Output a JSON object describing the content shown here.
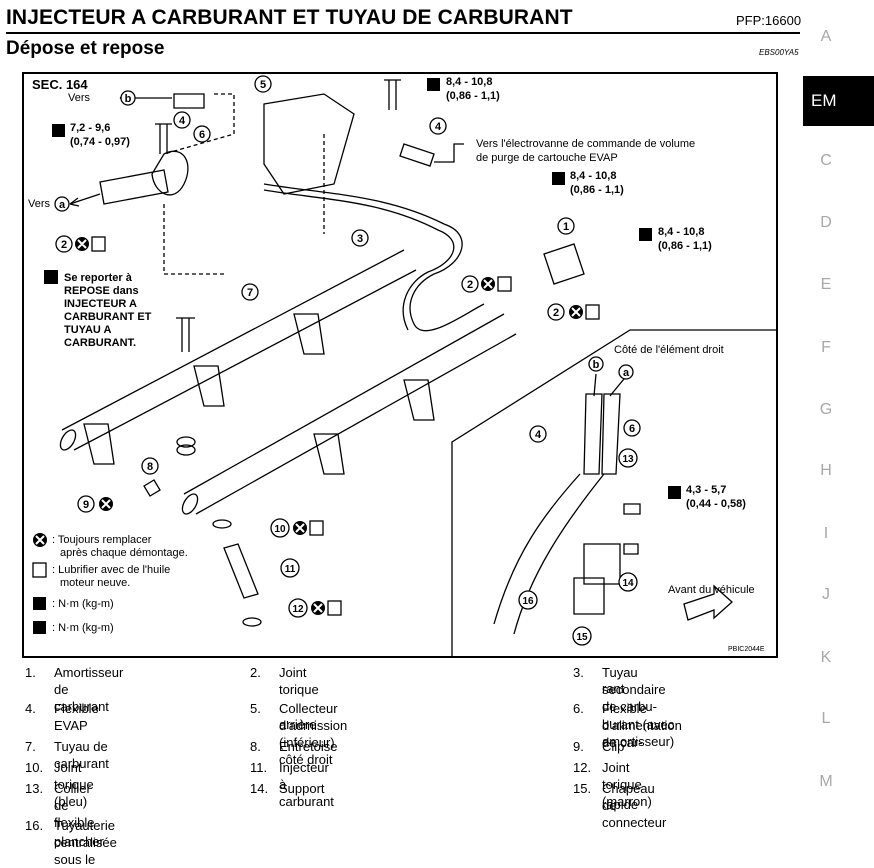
{
  "header": {
    "title": "INJECTEUR A CARBURANT ET TUYAU DE CARBURANT",
    "pfp": "PFP:16600",
    "subtitle": "Dépose et repose",
    "code": "EBS00YA5"
  },
  "sidebar": {
    "letters": [
      "A",
      "EM",
      "C",
      "D",
      "E",
      "F",
      "G",
      "H",
      "I",
      "J",
      "K",
      "L",
      "M"
    ],
    "active": "EM"
  },
  "diagram": {
    "sec": "SEC. 164",
    "vers_b": "Vers",
    "vers_a": "Vers",
    "circle_a": "a",
    "circle_b": "b",
    "torque_1a": "8,4 - 10,8",
    "torque_1b": "(0,86 - 1,1)",
    "torque_2a": "7,2 - 9,6",
    "torque_2b": "(0,74 - 0,97)",
    "torque_3a": "8,4 - 10,8",
    "torque_3b": "(0,86 - 1,1)",
    "torque_4a": "8,4 - 10,8",
    "torque_4b": "(0,86 - 1,1)",
    "torque_5a": "4,3 - 5,7",
    "torque_5b": "(0,44 - 0,58)",
    "evap_note_1": "Vers l'électrovanne de commande de volume",
    "evap_note_2": "de purge de cartouche EVAP",
    "repose_1": "Se reporter à",
    "repose_2": "REPOSE dans",
    "repose_3": "INJECTEUR A",
    "repose_4": "CARBURANT ET",
    "repose_5": "TUYAU A",
    "repose_6": "CARBURANT.",
    "side_view": "Côté de l'élément droit",
    "front": "Avant du véhicule",
    "fig_code": "PBIC2044E",
    "key_replace_1": ": Toujours remplacer",
    "key_replace_2": "après chaque démontage.",
    "key_lube_1": ": Lubrifier avec de l'huile",
    "key_lube_2": "moteur neuve.",
    "key_nm_1": ": N·m (kg-m)",
    "key_nm_2": ": N·m (kg-m)",
    "callouts": [
      "1",
      "2",
      "3",
      "4",
      "5",
      "6",
      "7",
      "8",
      "9",
      "10",
      "11",
      "12",
      "13",
      "14",
      "15",
      "16",
      "2",
      "2",
      "4",
      "6"
    ]
  },
  "legend": [
    {
      "n": "1.",
      "t": "Amortisseur de carburant"
    },
    {
      "n": "2.",
      "t": "Joint torique"
    },
    {
      "n": "3.",
      "t": "Tuyau secondaire de carbu-"
    },
    {
      "n": "",
      "t": "rant"
    },
    {
      "n": "4.",
      "t": "Flexible EVAP"
    },
    {
      "n": "5.",
      "t": "Collecteur d'admission (inférieur) côté droit"
    },
    {
      "n": "",
      "t": "arrière"
    },
    {
      "n": "6.",
      "t": "Flexible d'alimentation de car-"
    },
    {
      "n": "",
      "t": "burant (avec amortisseur)"
    },
    {
      "n": "7.",
      "t": "Tuyau de carburant"
    },
    {
      "n": "8.",
      "t": "Entretoise"
    },
    {
      "n": "9.",
      "t": "Clip"
    },
    {
      "n": "10.",
      "t": "Joint torique (bleu)"
    },
    {
      "n": "11.",
      "t": "Injecteur à carburant"
    },
    {
      "n": "12.",
      "t": "Joint torique (marron)"
    },
    {
      "n": "13.",
      "t": "Collier de flexible"
    },
    {
      "n": "14.",
      "t": "Support"
    },
    {
      "n": "15.",
      "t": "Chapeau de connecteur"
    },
    {
      "n": "",
      "t": "rapide"
    },
    {
      "n": "16.",
      "t": "Tuyauterie centralisée sous le"
    },
    {
      "n": "",
      "t": "plancher"
    }
  ]
}
